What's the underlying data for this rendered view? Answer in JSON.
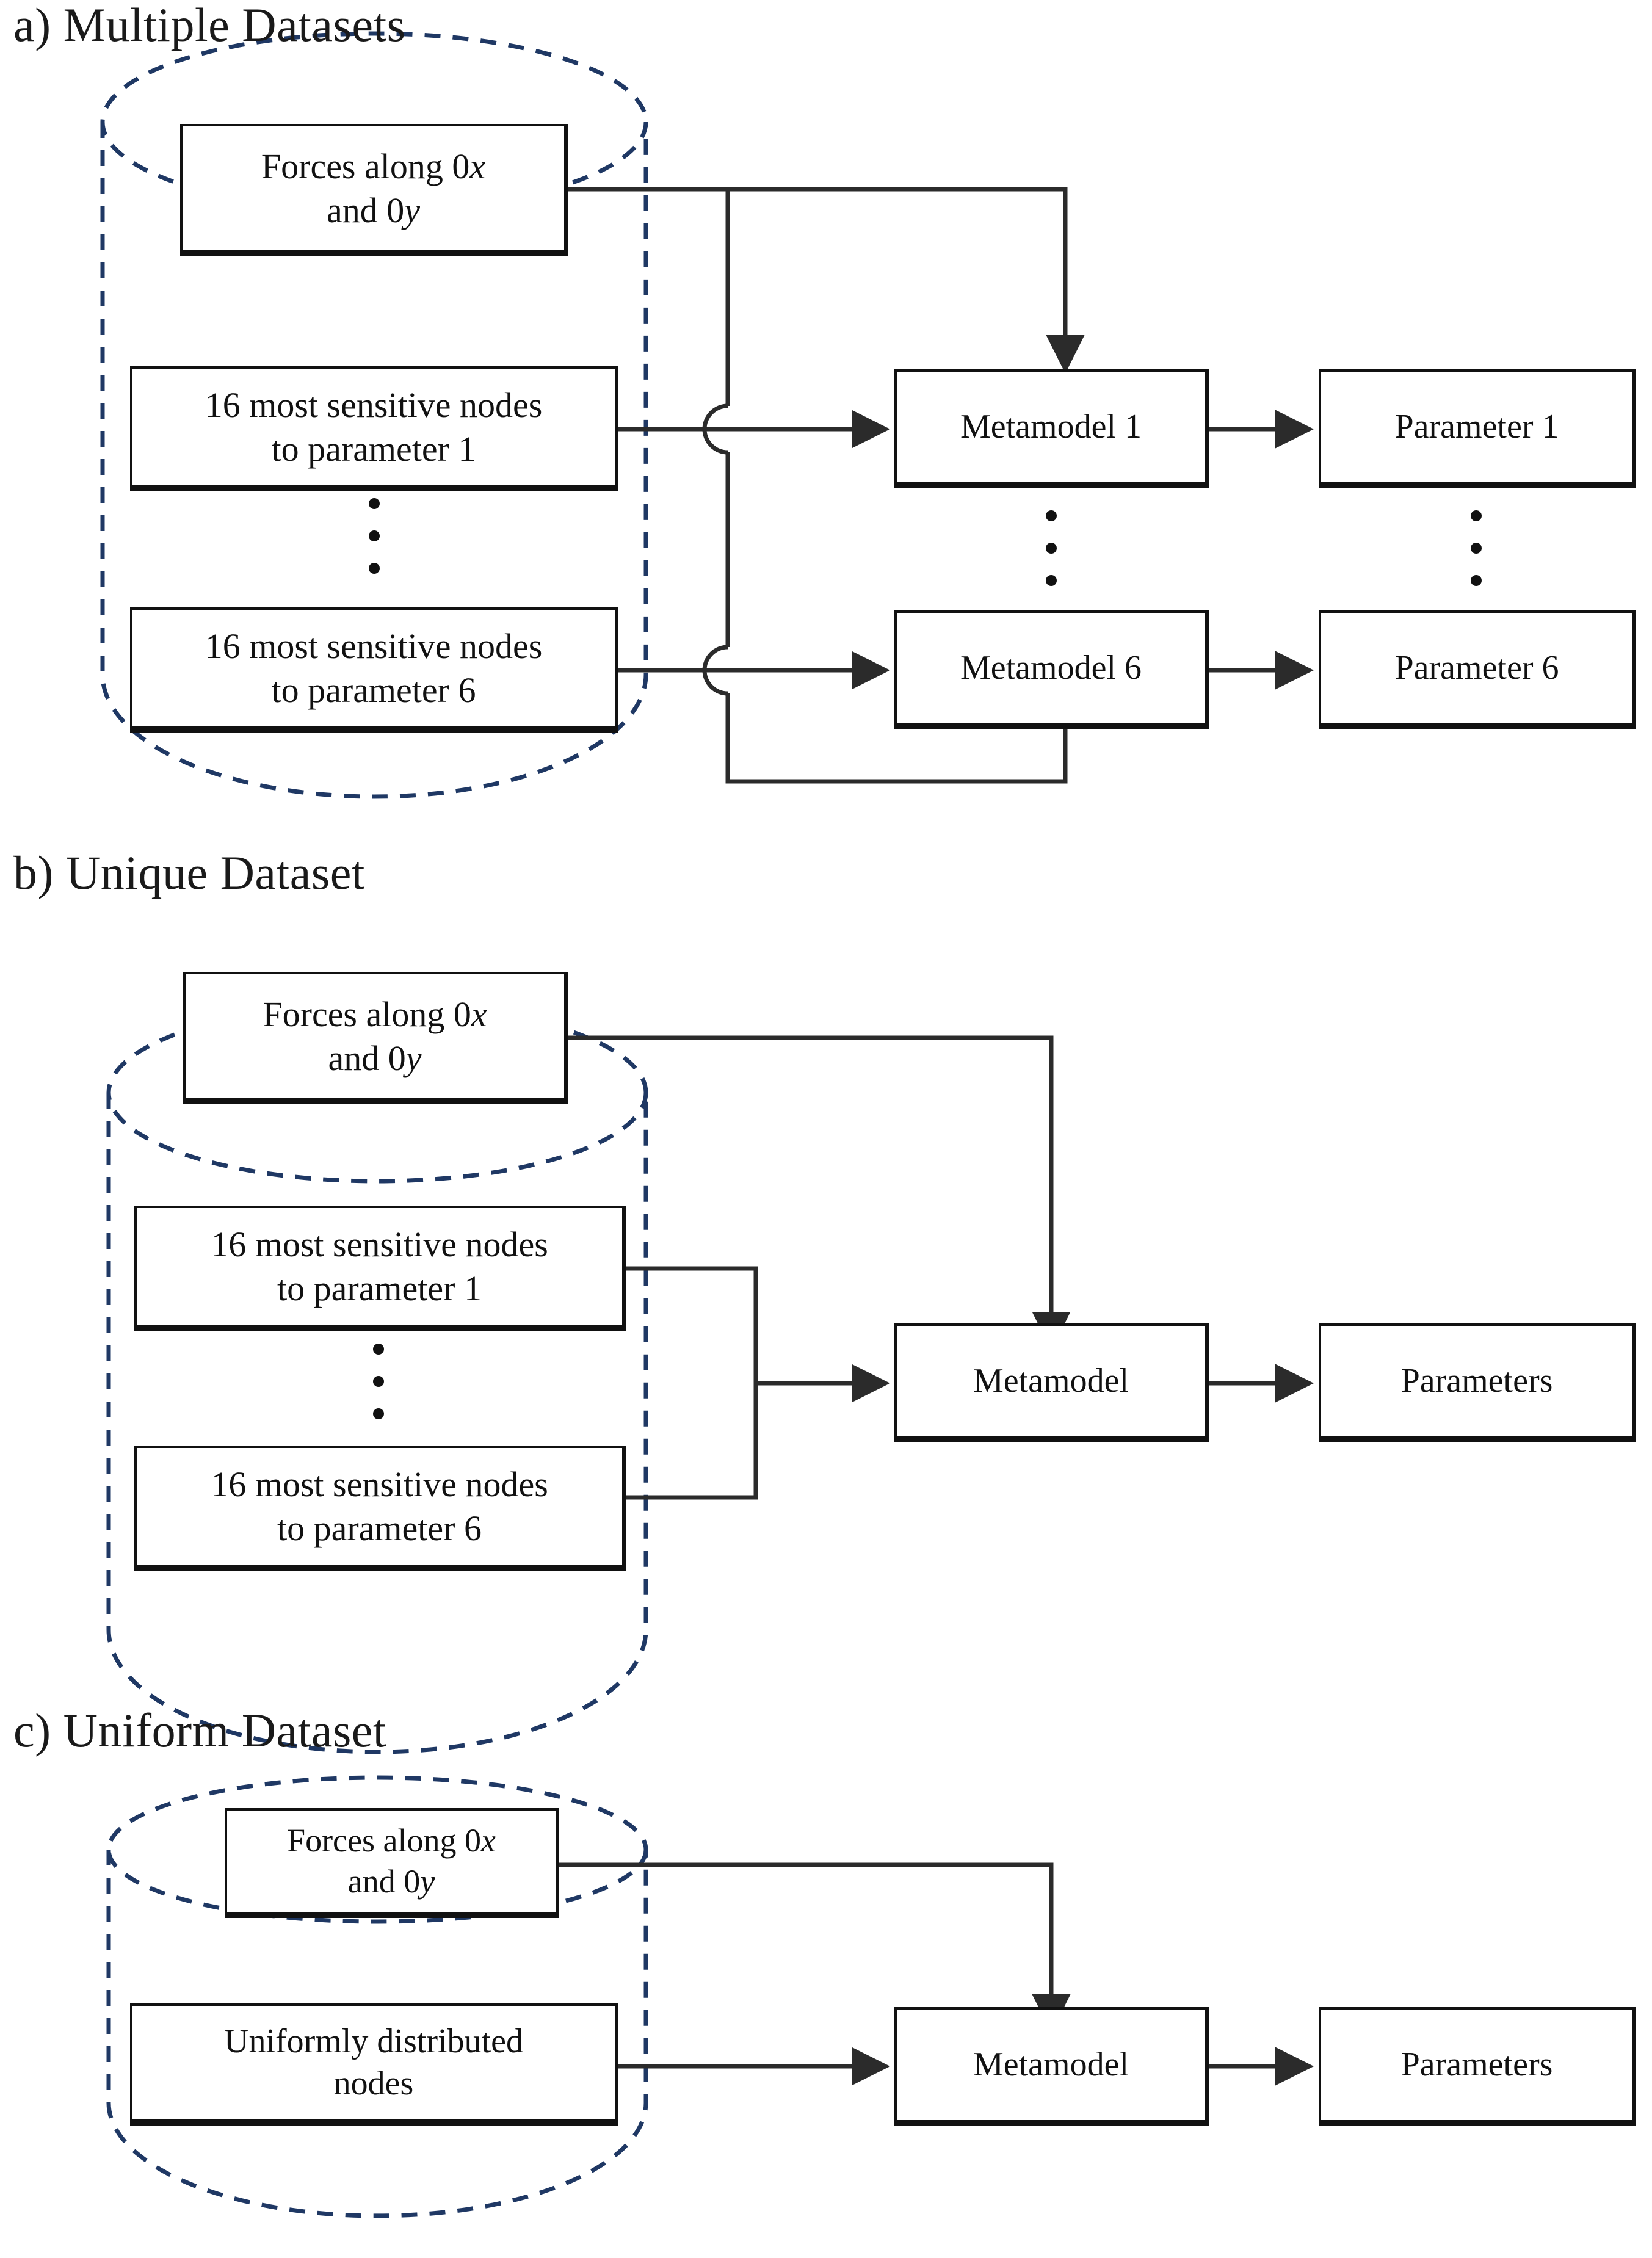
{
  "figure": {
    "type": "flow-diagram",
    "accent_dashed_color": "#1f3864",
    "line_color": "#2b2b2b",
    "box_border_color": "#111111",
    "background": "#ffffff"
  },
  "sections": [
    {
      "id": "a",
      "title": "a) Multiple Datasets",
      "dataset_shape": "cylinder-dashed",
      "inputs": [
        {
          "line1": "Forces along 0",
          "ital1": "x",
          "line2": "and 0",
          "ital2": "y"
        },
        {
          "line1": "16 most sensitive nodes",
          "line2": "to parameter 1"
        },
        {
          "line1": "16 most sensitive nodes",
          "line2": "to parameter 6"
        }
      ],
      "vertical_ellipsis": "⋮",
      "models": [
        "Metamodel 1",
        "Metamodel 6"
      ],
      "outputs": [
        "Parameter 1",
        "Parameter 6"
      ]
    },
    {
      "id": "b",
      "title": "b) Unique Dataset",
      "dataset_shape": "cylinder-dashed",
      "inputs": [
        {
          "line1": "Forces along 0",
          "ital1": "x",
          "line2": "and 0",
          "ital2": "y"
        },
        {
          "line1": "16 most sensitive nodes",
          "line2": "to parameter 1"
        },
        {
          "line1": "16 most sensitive nodes",
          "line2": "to parameter 6"
        }
      ],
      "vertical_ellipsis": "⋮",
      "models": [
        "Metamodel"
      ],
      "outputs": [
        "Parameters"
      ]
    },
    {
      "id": "c",
      "title": "c) Uniform Dataset",
      "dataset_shape": "cylinder-dashed",
      "inputs": [
        {
          "line1": "Forces along 0",
          "ital1": "x",
          "line2": "and 0",
          "ital2": "y"
        },
        {
          "line1": "Uniformly distributed",
          "line2": "nodes"
        }
      ],
      "models": [
        "Metamodel"
      ],
      "outputs": [
        "Parameters"
      ]
    }
  ]
}
